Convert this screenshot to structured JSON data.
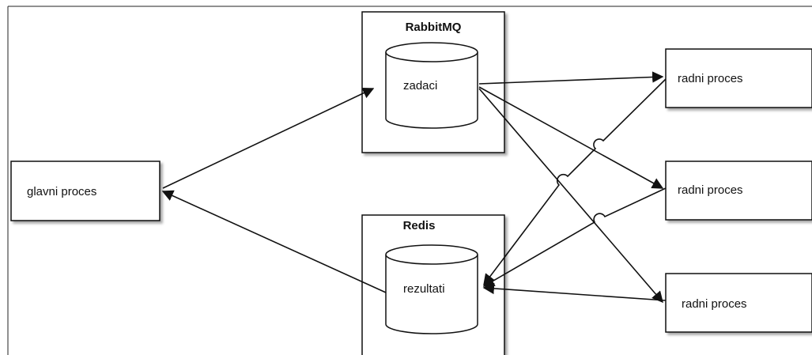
{
  "main_process": {
    "label": "glavni proces"
  },
  "rabbitmq": {
    "title": "RabbitMQ",
    "queue_label": "zadaci"
  },
  "redis": {
    "title": "Redis",
    "store_label": "rezultati"
  },
  "workers": [
    {
      "label": "radni proces"
    },
    {
      "label": "radni proces"
    },
    {
      "label": "radni proces"
    }
  ]
}
